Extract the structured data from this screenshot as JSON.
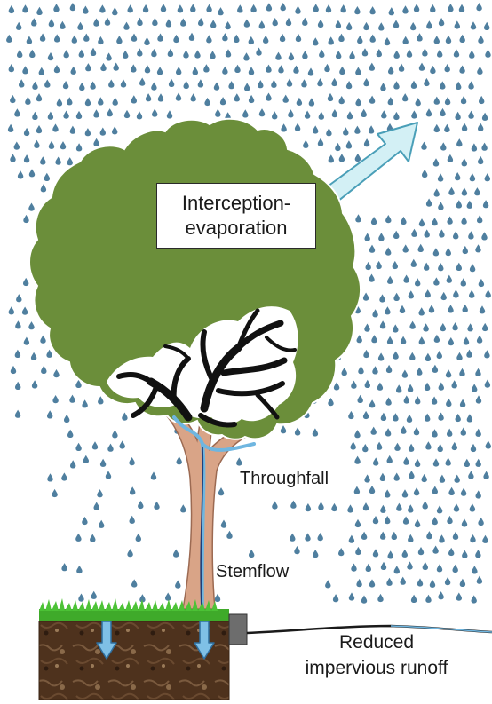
{
  "labels": {
    "interception_line1": "Interception-",
    "interception_line2": "evaporation",
    "throughfall": "Throughfall",
    "stemflow": "Stemflow",
    "runoff_line1": "Reduced",
    "runoff_line2": "impervious runoff"
  },
  "icons": {
    "raindrop": "raindrop-icon",
    "evaporation_arrow": "evaporation-arrow-icon",
    "infiltration_arrow": "infiltration-arrow-icon"
  },
  "colors": {
    "raindrop": "#4f7f9f",
    "canopy": "#6b8e3a",
    "canopy_outline": "#ffffff",
    "trunk": "#d9a487",
    "branches": "#111111",
    "water_flow": "#6fb6e0",
    "evaporation_fill": "#d3f0f5",
    "evaporation_stroke": "#4a9fb8",
    "grass": "#3faa2a",
    "soil": "#5a3a22",
    "pavement": "#666666"
  }
}
